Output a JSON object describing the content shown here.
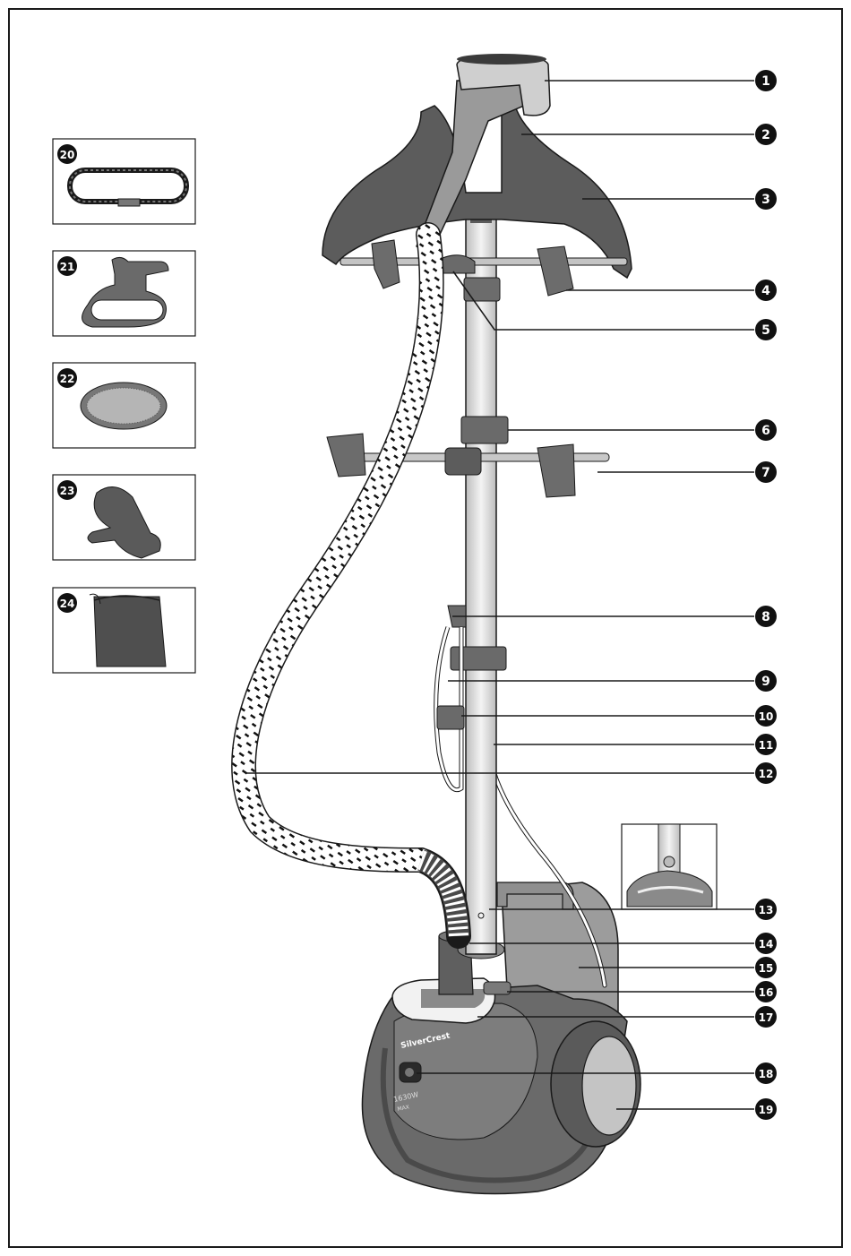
{
  "branding": {
    "logo_text": "SilverCrest",
    "power_rating": "1630W",
    "power_rating_sub": "MAX"
  },
  "callouts": [
    {
      "id": "1"
    },
    {
      "id": "2"
    },
    {
      "id": "3"
    },
    {
      "id": "4"
    },
    {
      "id": "5"
    },
    {
      "id": "6"
    },
    {
      "id": "7"
    },
    {
      "id": "8"
    },
    {
      "id": "9"
    },
    {
      "id": "10"
    },
    {
      "id": "11"
    },
    {
      "id": "12"
    },
    {
      "id": "13"
    },
    {
      "id": "14"
    },
    {
      "id": "15"
    },
    {
      "id": "16"
    },
    {
      "id": "17"
    },
    {
      "id": "18"
    },
    {
      "id": "19"
    }
  ],
  "accessories": [
    {
      "id": "20",
      "item": "brush-icon"
    },
    {
      "id": "21",
      "item": "crease-attachment-icon"
    },
    {
      "id": "22",
      "item": "fabric-brush-icon"
    },
    {
      "id": "23",
      "item": "glove-icon"
    },
    {
      "id": "24",
      "item": "storage-bag-icon"
    }
  ],
  "colors": {
    "dark_gray": "#5a5a5a",
    "mid_gray": "#8a8a8a",
    "light_gray": "#c8c8c8",
    "outline": "#1a1a1a"
  }
}
